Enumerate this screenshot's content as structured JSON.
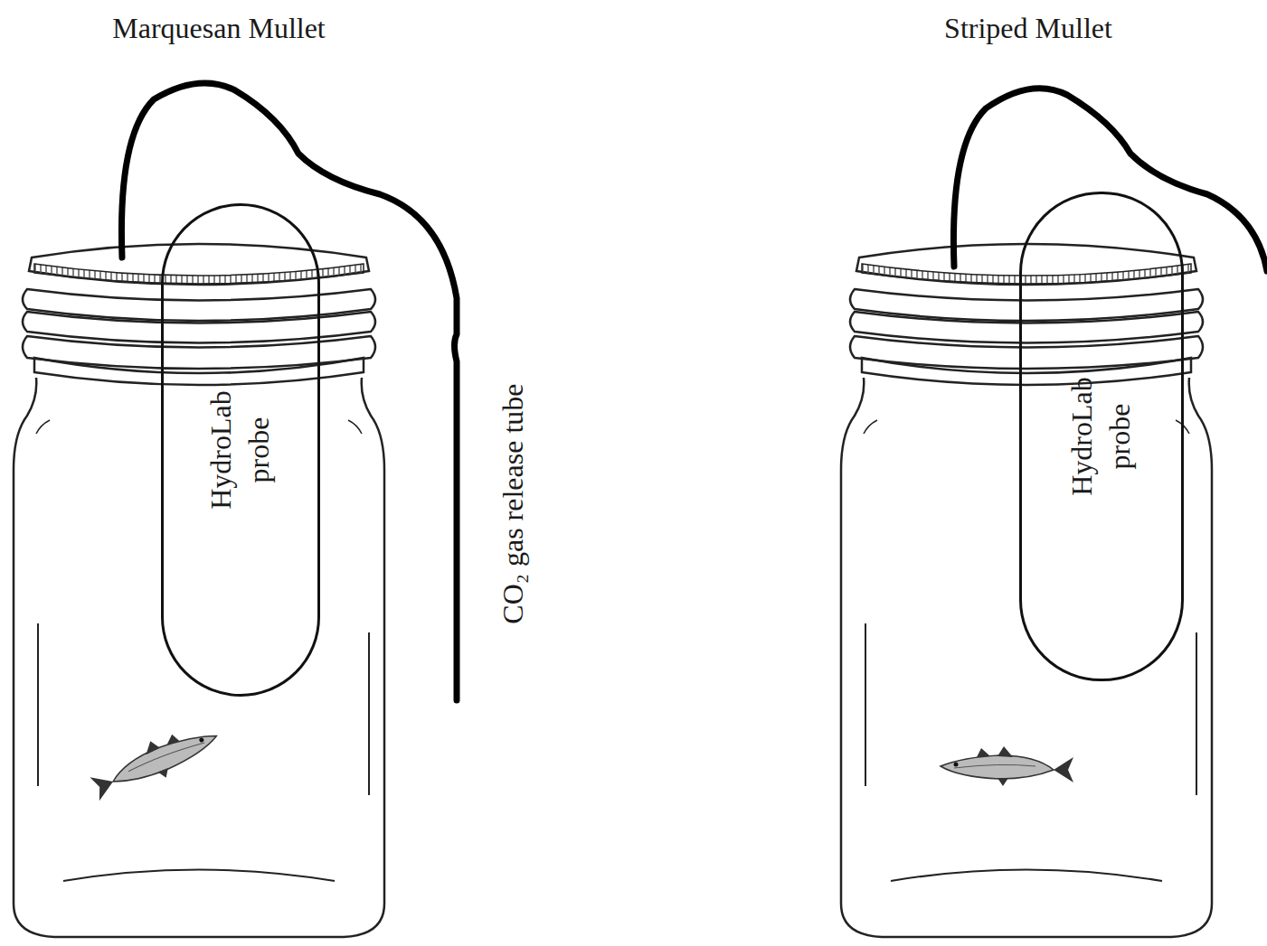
{
  "diagram": {
    "nodes": [
      {
        "text": [
          "HydroLab probe"
        ]
      },
      {
        "text": [
          "HydroLab probe"
        ]
      }
    ],
    "labels": [
      "Marquesan Mullet",
      "Striped Mullet",
      "CO₂ gas release tube"
    ]
  }
}
